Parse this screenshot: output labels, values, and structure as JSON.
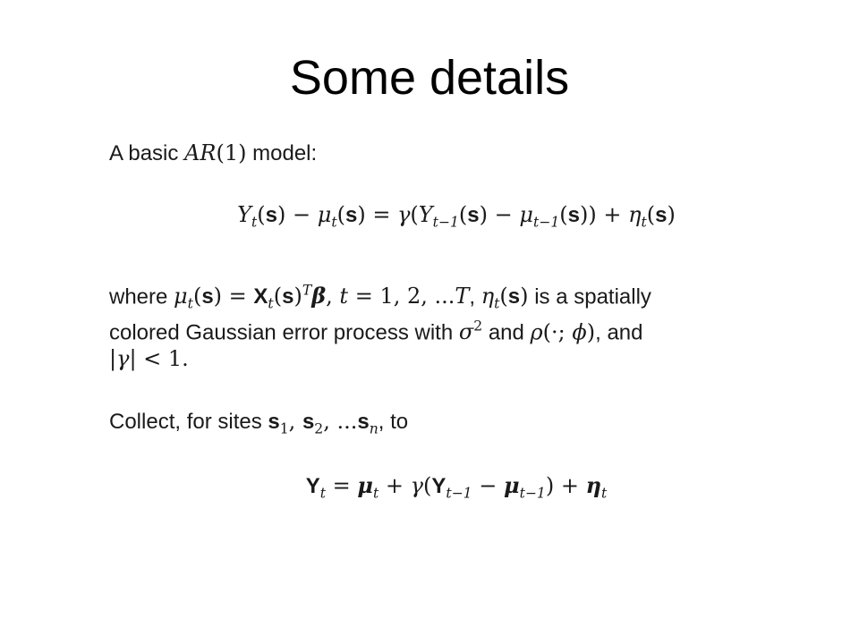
{
  "slide": {
    "title": "Some details"
  },
  "content": {
    "intro": {
      "text_before": "A basic",
      "model_name": "AR(1)",
      "text_after": "model:"
    },
    "equation_1": "Y_t(s) − μ_t(s) = γ(Y_{t−1}(s) − μ_{t−1}(s)) + η_t(s)",
    "where_line_1": {
      "word_where": "where",
      "mean_def": "μ_t(s) = X_t(s)^T β, t = 1, 2, ...T",
      "error_term": "η_t(s)",
      "text": "is a spatially"
    },
    "where_line_2": {
      "text_before": "colored Gaussian error process with",
      "sigma": "σ²",
      "word_and": "and",
      "rho": "ρ(·; ϕ)",
      "text_after": ", and"
    },
    "where_line_3": "|γ| < 1.",
    "collect_line": {
      "text_before": "Collect, for sites",
      "sites": "s_1, s_2, ...s_n",
      "text_after": ", to"
    },
    "equation_2": "Y_t = μ_t + γ(Y_{t−1} − μ_{t−1}) + η_t"
  }
}
